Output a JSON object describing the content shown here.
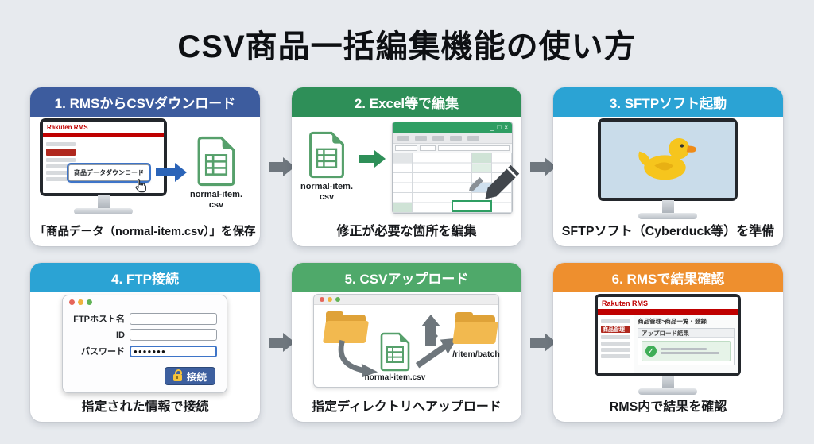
{
  "title": "CSV商品一括編集機能の使い方",
  "colors": {
    "background": "#e7eaee",
    "step1_header": "#3d5c9e",
    "step2_header": "#2e8f58",
    "step3_header": "#2ba3d4",
    "step4_header": "#2ba3d4",
    "step5_header": "#4fa96a",
    "step6_header": "#ee8f2e",
    "flow_arrow": "#6f777e",
    "rms_red": "#bf0000",
    "csv_green": "#56a06b",
    "excel_green": "#2f9e63",
    "connect_blue": "#3d5f9f"
  },
  "panels": [
    {
      "header": "1. RMSからCSVダウンロード",
      "caption": "「商品データ（normal-item.csv）」を保存",
      "logo": "Rakuten RMS",
      "button": "商品データダウンロード",
      "file_line1": "normal-item.",
      "file_line2": "csv"
    },
    {
      "header": "2. Excel等で編集",
      "caption": "修正が必要な箇所を編集",
      "file_line1": "normal-item.",
      "file_line2": "csv",
      "controls": [
        "_",
        "□",
        "×"
      ]
    },
    {
      "header": "3. SFTPソフト起動",
      "caption": "SFTPソフト（Cyberduck等）を準備"
    },
    {
      "header": "4. FTP接続",
      "caption": "指定された情報で接続",
      "fields": [
        {
          "label": "FTPホスト名",
          "value": ""
        },
        {
          "label": "ID",
          "value": ""
        },
        {
          "label": "パスワード",
          "value": "●●●●●●●"
        }
      ],
      "connect": "接続"
    },
    {
      "header": "5. CSVアップロード",
      "caption": "指定ディレクトリへアップロード",
      "file_name": "normal-item.csv",
      "directory": "/ritem/batch"
    },
    {
      "header": "6. RMSで結果確認",
      "caption": "RMS内で結果を確認",
      "logo": "Rakuten RMS",
      "sidebar_item": "商品管理",
      "breadcrumb": "商品管理>商品一覧・登録",
      "result_title": "アップロード結果"
    }
  ]
}
